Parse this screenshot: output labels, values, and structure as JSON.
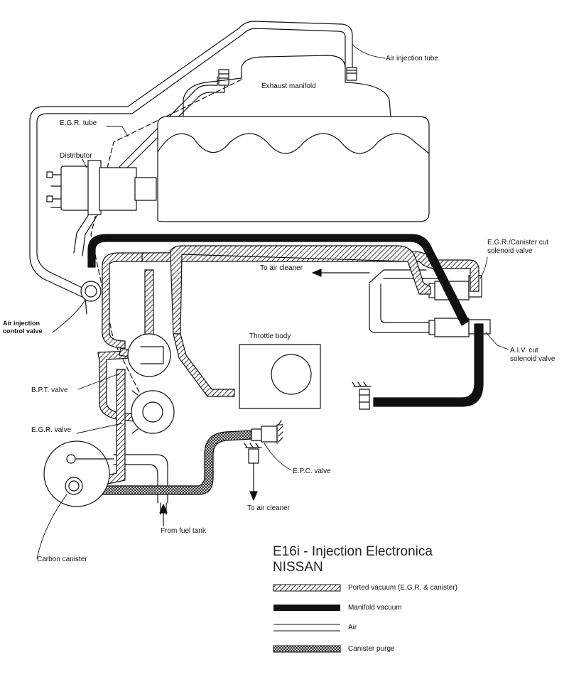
{
  "title": {
    "line1": "E16i - Injection Electronica",
    "line2": "NISSAN"
  },
  "labels": {
    "air_injection_tube": "Air injection tube",
    "exhaust_manifold": "Exhaust manifold",
    "egr_tube": "E.G.R. tube",
    "distributor": "Distributor",
    "egr_canister_cut_solenoid_valve": "E.G.R./Canister cut solenoid valve",
    "to_air_cleaner_1": "To air cleaner",
    "air_injection_control_valve": "Air injection control valve",
    "throttle_body": "Throttle body",
    "aiv_cut_solenoid_valve": "A.I.V. cut solenoid valve",
    "bpt_valve": "B.P.T. valve",
    "egr_valve": "E.G.R. valve",
    "epc_valve": "E.P.C. valve",
    "to_air_cleaner_2": "To air cleaner",
    "from_fuel_tank": "From fuel tank",
    "carbon_canister": "Carbon canister"
  },
  "legend": [
    {
      "pattern": "hatch",
      "label": "Ported vacuum (E.G.R. & canister)"
    },
    {
      "pattern": "solid",
      "label": "Manifold vacuum"
    },
    {
      "pattern": "air",
      "label": "Air"
    },
    {
      "pattern": "cross",
      "label": "Canister purge"
    }
  ]
}
